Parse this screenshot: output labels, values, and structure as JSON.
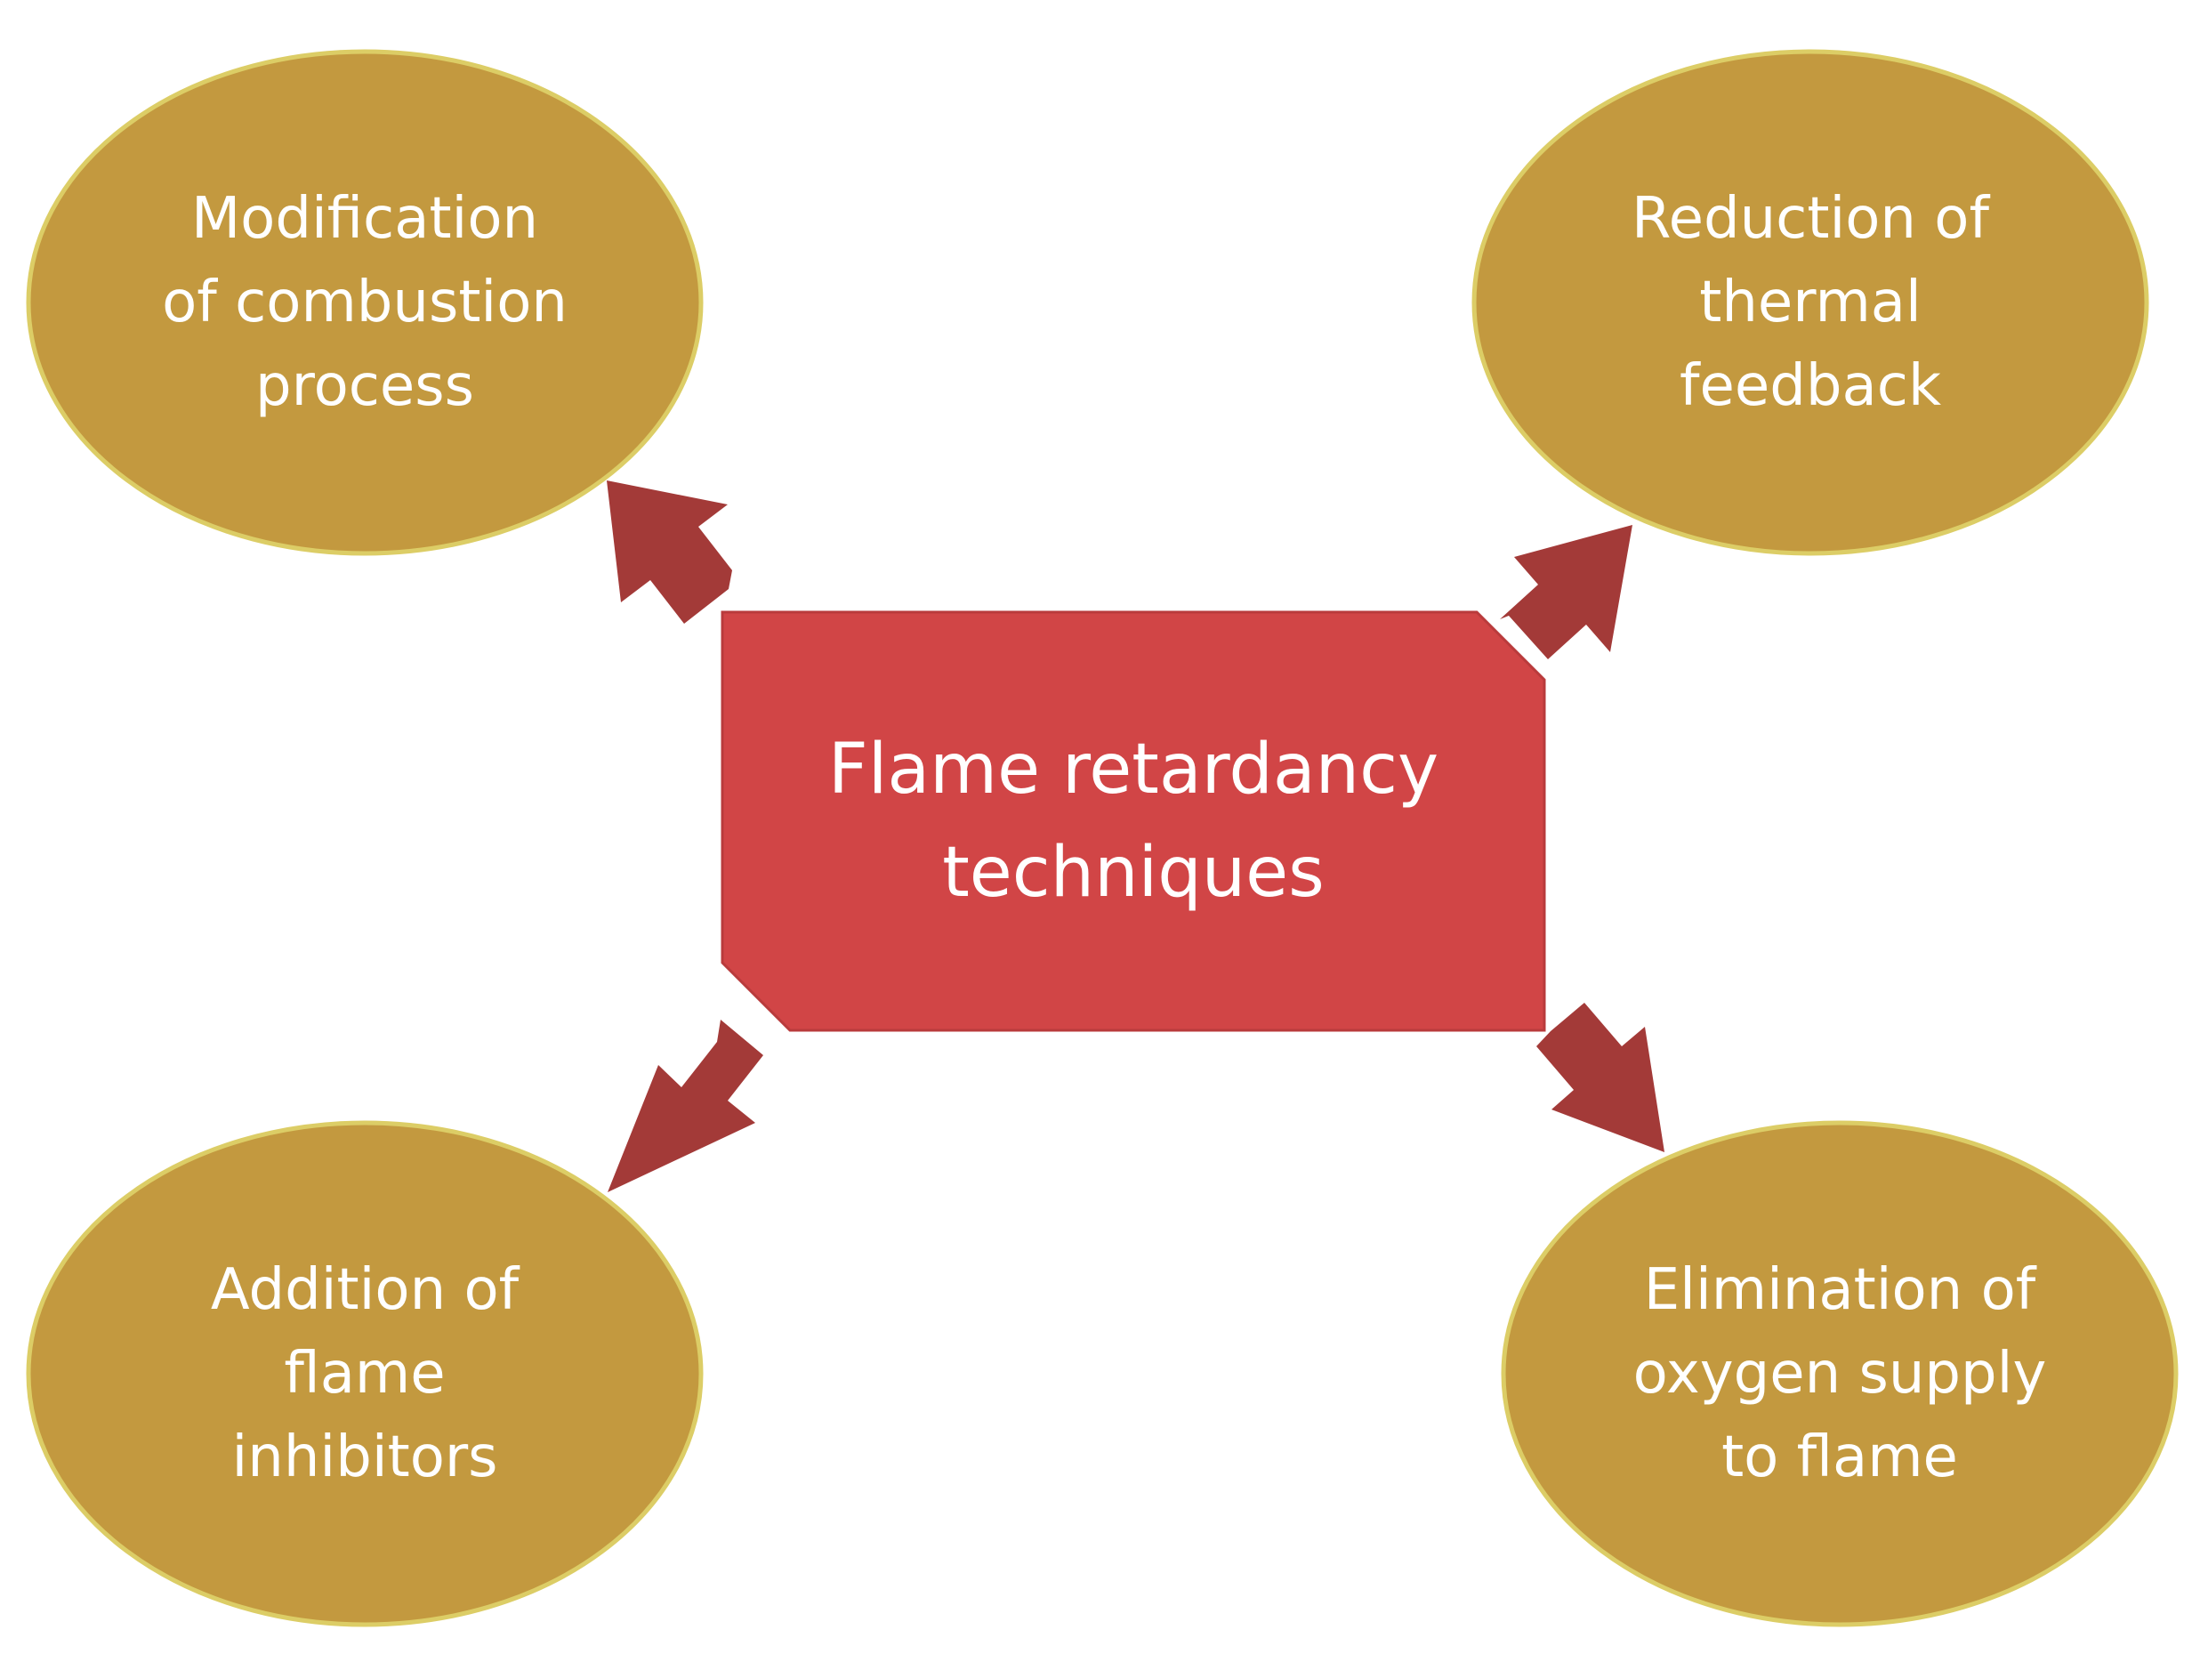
{
  "diagram": {
    "center": {
      "lines": [
        "Flame retardancy",
        "techniques"
      ]
    },
    "nodes": {
      "top_left": {
        "lines": [
          "Modification",
          "of combustion",
          "process"
        ]
      },
      "top_right": {
        "lines": [
          "Reduction of",
          "thermal",
          "feedback"
        ]
      },
      "bottom_left": {
        "lines": [
          "Addition of",
          "flame",
          "inhibitors"
        ]
      },
      "bottom_right": {
        "lines": [
          "Elimination of",
          "oxygen supply",
          "to flame"
        ]
      }
    },
    "colors": {
      "ellipse_fill": "#c3993f",
      "ellipse_outline": "#dccd66",
      "center_fill": "#d14546",
      "arrow": "#a33a38",
      "text": "#ffffff"
    }
  }
}
